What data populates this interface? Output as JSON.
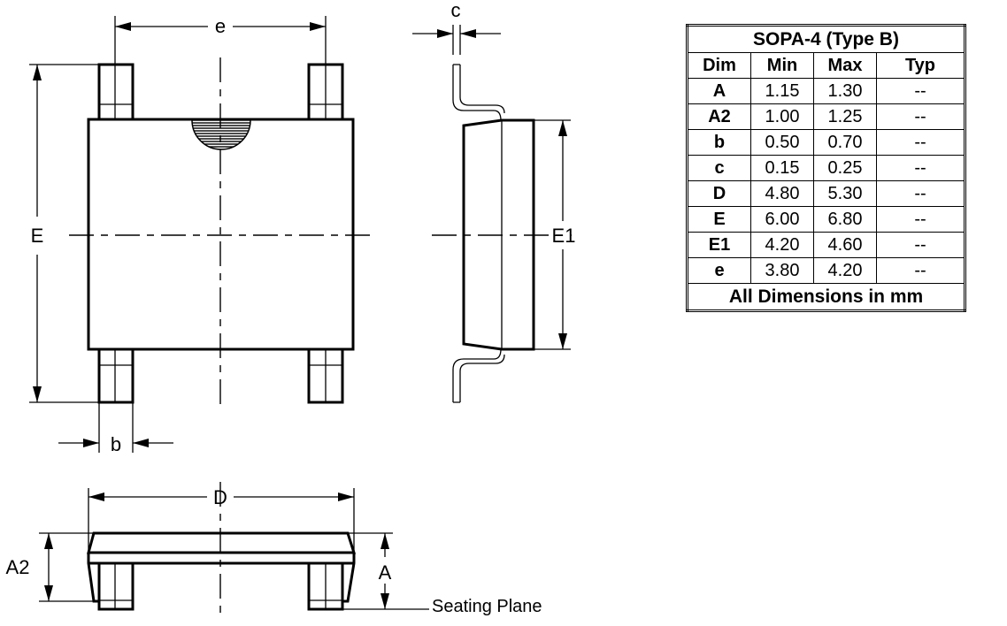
{
  "drawing": {
    "labels": {
      "e": "e",
      "b": "b",
      "E": "E",
      "E1": "E1",
      "c": "c",
      "D": "D",
      "A2": "A2",
      "A": "A",
      "seating_plane": "Seating Plane"
    }
  },
  "table": {
    "title": "SOPA-4 (Type B)",
    "headers": [
      "Dim",
      "Min",
      "Max",
      "Typ"
    ],
    "rows": [
      {
        "dim": "A",
        "min": "1.15",
        "max": "1.30",
        "typ": "--"
      },
      {
        "dim": "A2",
        "min": "1.00",
        "max": "1.25",
        "typ": "--"
      },
      {
        "dim": "b",
        "min": "0.50",
        "max": "0.70",
        "typ": "--"
      },
      {
        "dim": "c",
        "min": "0.15",
        "max": "0.25",
        "typ": "--"
      },
      {
        "dim": "D",
        "min": "4.80",
        "max": "5.30",
        "typ": "--"
      },
      {
        "dim": "E",
        "min": "6.00",
        "max": "6.80",
        "typ": "--"
      },
      {
        "dim": "E1",
        "min": "4.20",
        "max": "4.60",
        "typ": "--"
      },
      {
        "dim": "e",
        "min": "3.80",
        "max": "4.20",
        "typ": "--"
      }
    ],
    "footer": "All Dimensions in mm"
  }
}
